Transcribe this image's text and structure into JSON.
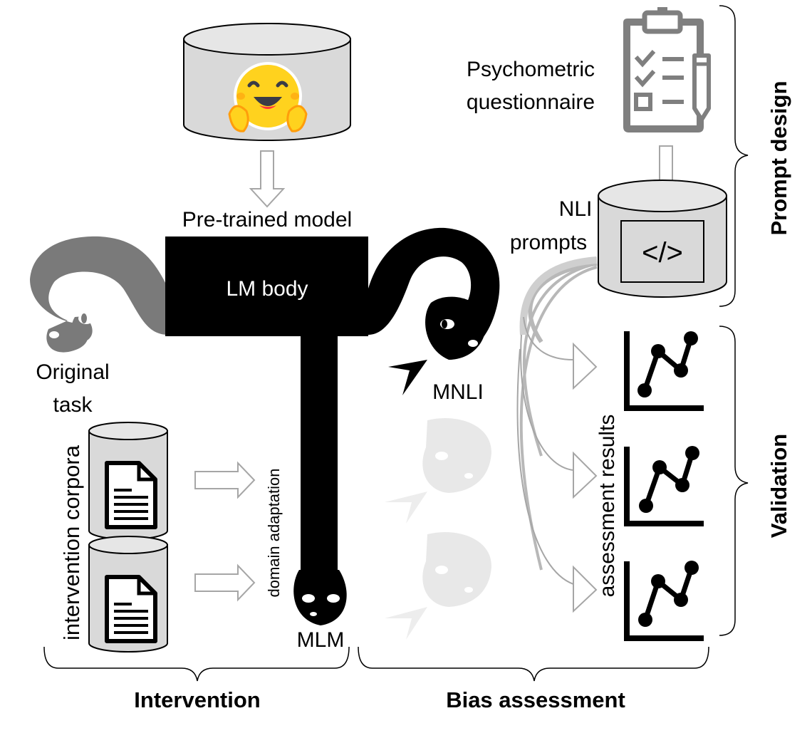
{
  "labels": {
    "pretrained_model": "Pre-trained model",
    "lm_body": "LM body",
    "original_task_1": "Original",
    "original_task_2": "task",
    "mnli": "MNLI",
    "mlm": "MLM",
    "nli_1": "NLI",
    "nli_2": "prompts",
    "psychometric_1": "Psychometric",
    "psychometric_2": "questionnaire",
    "intervention_corpora": "intervention corpora",
    "domain_adaptation": "domain adaptation",
    "assessment_results": "assessment results",
    "code_symbol": "</>"
  },
  "sections": {
    "intervention": "Intervention",
    "bias_assessment": "Bias assessment",
    "prompt_design": "Prompt design",
    "validation": "Validation"
  },
  "colors": {
    "black": "#000000",
    "dark_gray_head": "#7a7a7a",
    "cylinder_fill": "#d9d9d9",
    "arrow_outline": "#a6a6a6",
    "faded_head": "#e0e0e0",
    "hug_yellow": "#ffd21e",
    "hug_orange": "#ff9d0b"
  },
  "icons": [
    "hugging-face-icon",
    "clipboard-checklist-icon",
    "code-icon",
    "document-icon",
    "line-chart-icon",
    "snake-head-icon"
  ]
}
